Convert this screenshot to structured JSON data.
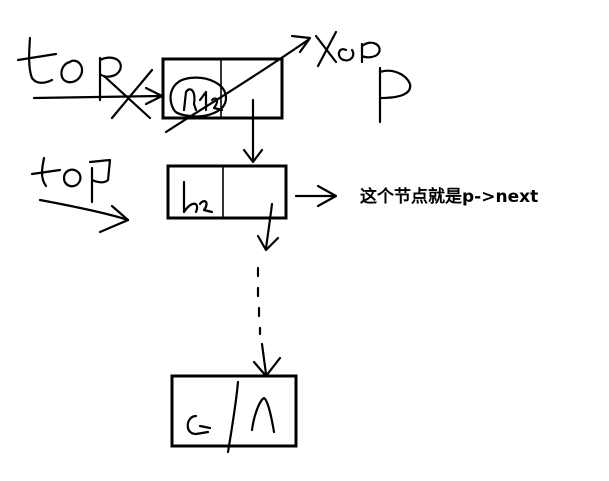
{
  "annotation": {
    "text": "这个节点就是p->next"
  },
  "handwriting": {
    "top_label_1": "top",
    "top_label_2": "top",
    "p_label": "p",
    "node1_value": "a1",
    "node2_value": "b2",
    "node3_value": "c",
    "node3_link": "∧",
    "ink_color": "#000000"
  }
}
